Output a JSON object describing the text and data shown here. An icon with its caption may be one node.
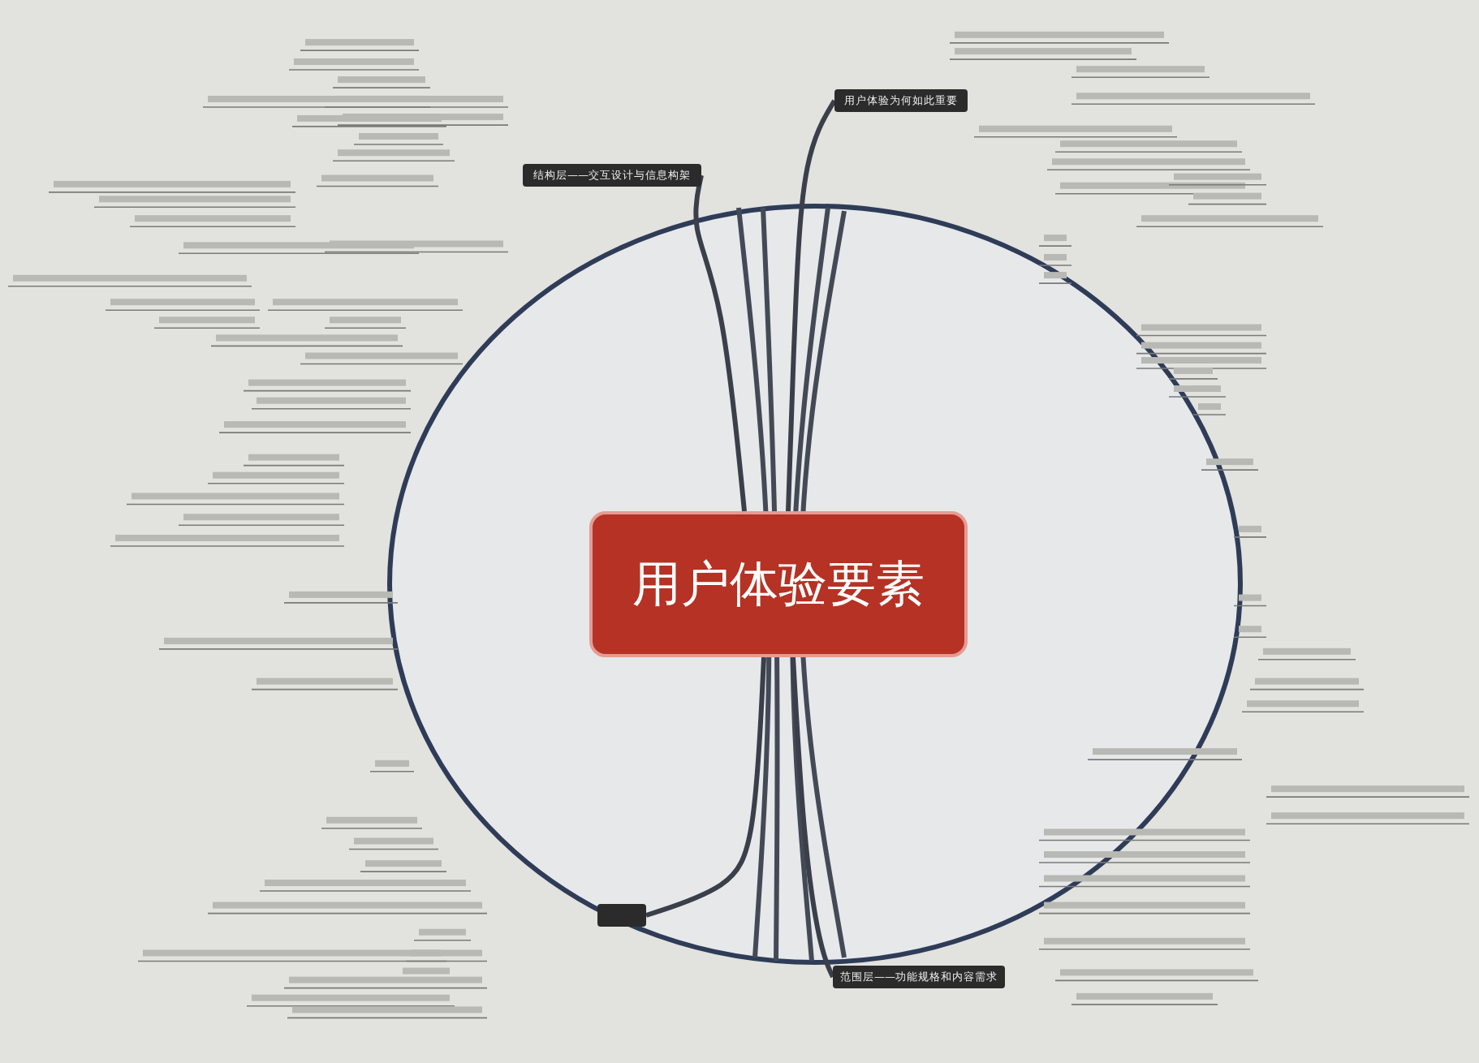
{
  "diagram": {
    "nodes": [
      {
        "text": [
          "用户体验要素"
        ]
      },
      {
        "text": [
          "结构层——交互设计与信息构架"
        ]
      },
      {
        "text": [
          "用户体验为何如此重要"
        ]
      },
      {
        "text": [
          "范围层——功能规格和内容需求"
        ]
      },
      {
        "text": [],
        "shape": "box"
      }
    ],
    "edges": [
      {
        "from": 0,
        "to": 1,
        "arrow": "none"
      },
      {
        "from": 0,
        "to": 2,
        "arrow": "none"
      },
      {
        "from": 0,
        "to": 3,
        "arrow": "none"
      },
      {
        "from": 0,
        "to": 4,
        "arrow": "none"
      }
    ]
  }
}
